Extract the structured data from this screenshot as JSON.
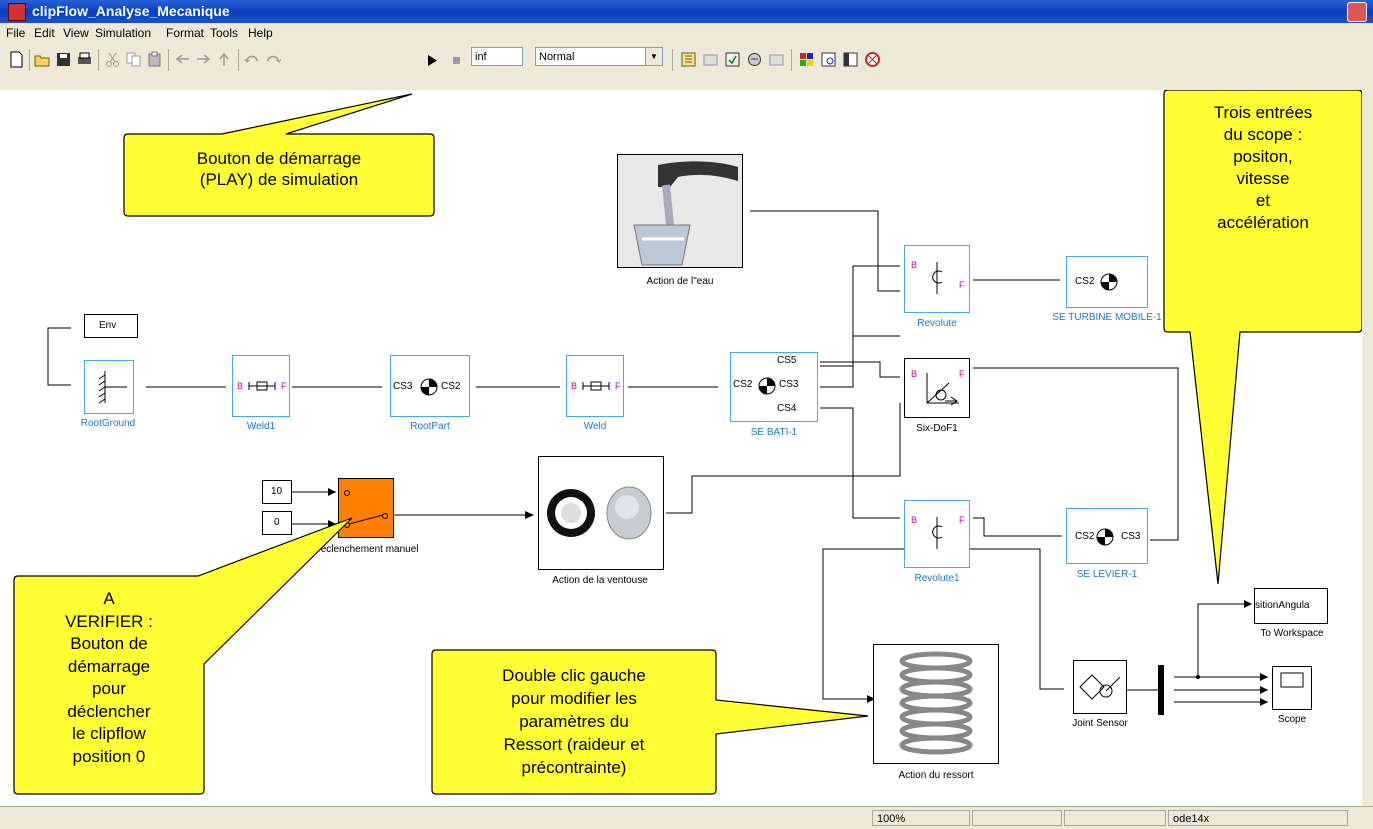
{
  "window": {
    "title": "clipFlow_Analyse_Mecanique"
  },
  "menu": [
    "File",
    "Edit",
    "View",
    "Simulation",
    "Format",
    "Tools",
    "Help"
  ],
  "toolbar": {
    "stop_time": "inf",
    "sim_mode": "Normal"
  },
  "blocks": {
    "env": "Env",
    "root_ground": "RootGround",
    "weld1": "Weld1",
    "root_part": "RootPart",
    "weld": "Weld",
    "se_bati": "SE BATI-1",
    "revolute": "Revolute",
    "se_turbine": "SE TURBINE MOBILE-1",
    "six_dof": "Six-DoF1",
    "revolute1": "Revolute1",
    "se_levier": "SE LEVIER-1",
    "action_eau": "Action de l\"eau",
    "action_ventouse": "Action de la ventouse",
    "action_ressort": "Action du ressort",
    "declenchement": "Déclenchement manuel",
    "const_10": "10",
    "const_0": "0",
    "joint_sensor": "Joint Sensor",
    "scope": "Scope",
    "to_workspace": "To Workspace",
    "to_workspace_var": "sitionAngula"
  },
  "ports": {
    "B": "B",
    "F": "F",
    "CS2": "CS2",
    "CS3": "CS3",
    "CS4": "CS4",
    "CS5": "CS5"
  },
  "callouts": {
    "play": [
      "Bouton de démarrage",
      "(PLAY) de simulation"
    ],
    "scope": [
      "Trois entrées",
      "du scope :",
      "positon,",
      "vitesse",
      "et",
      "accélération"
    ],
    "verifier": [
      "A",
      "VERIFIER :",
      "Bouton de",
      "démarrage",
      "pour",
      "déclencher",
      "le clipflow",
      "position 0"
    ],
    "ressort": [
      "Double clic gauche",
      "pour modifier les",
      "paramètres du",
      "Ressort (raideur et",
      "précontrainte)"
    ]
  },
  "status": {
    "zoom": "100%",
    "solver": "ode14x"
  },
  "colors": {
    "callout": "#ffff33",
    "switch": "#ff7f00",
    "link": "#1b78c8",
    "port": "#1b8cd8"
  }
}
